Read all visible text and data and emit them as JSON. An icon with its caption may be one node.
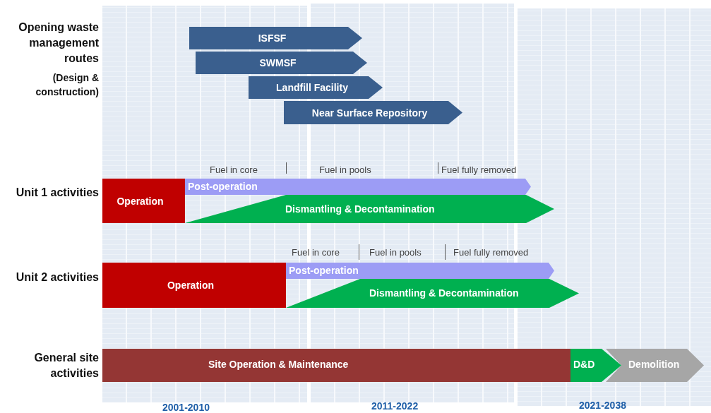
{
  "diagram": {
    "nodes": [
      {
        "text": [
          "ISFSF"
        ]
      },
      {
        "text": [
          "SWMSF"
        ]
      },
      {
        "text": [
          "Landfill Facility"
        ]
      },
      {
        "text": [
          "Near Surface Repository"
        ]
      },
      {
        "text": [
          "Operation"
        ]
      },
      {
        "text": [
          "Post-operation"
        ]
      },
      {
        "text": [
          "Dismantling & Decontamination"
        ]
      },
      {
        "text": [
          "Operation"
        ]
      },
      {
        "text": [
          "Post-operation"
        ]
      },
      {
        "text": [
          "Dismantling & Decontamination"
        ]
      },
      {
        "text": [
          "Site Operation & Maintenance"
        ]
      },
      {
        "text": [
          "D&D"
        ]
      },
      {
        "text": [
          "Demolition"
        ]
      }
    ],
    "labels": [
      "Opening waste management routes",
      "(Design & construction)",
      "Fuel in core",
      "Fuel in pools",
      "Fuel fully removed",
      "Unit 1 activities",
      "Fuel in core",
      "Fuel in pools",
      "Fuel fully removed",
      "Unit 2 activities",
      "General site activities",
      "2001-2010",
      "2011-2022",
      "2021-2038"
    ]
  }
}
